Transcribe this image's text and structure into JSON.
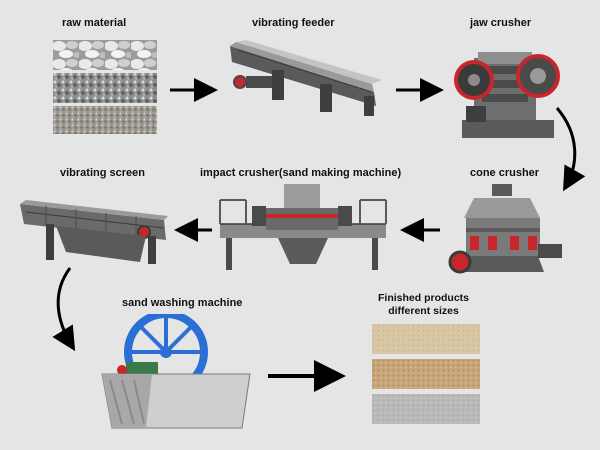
{
  "steps": {
    "raw_material": {
      "label": "raw  material"
    },
    "vibrating_feeder": {
      "label": "vibrating feeder"
    },
    "jaw_crusher": {
      "label": "jaw crusher"
    },
    "cone_crusher": {
      "label": "cone crusher"
    },
    "impact_crusher": {
      "label": "impact crusher(sand making machine)"
    },
    "vibrating_screen": {
      "label": "vibrating screen"
    },
    "sand_washing": {
      "label": "sand washing machine"
    },
    "finished_products": {
      "line1": "Finished products",
      "line2": "different sizes"
    }
  },
  "colors": {
    "background": "#e5e5e5",
    "machine_dark": "#3a3a3a",
    "machine_mid": "#707070",
    "machine_light": "#b5b5b5",
    "accent_red": "#c8262a",
    "wheel_blue": "#2b6fd6",
    "sand_light": "#d7c6a3",
    "sand_mid": "#c9a57a",
    "sand_grey": "#b9b9b9"
  }
}
